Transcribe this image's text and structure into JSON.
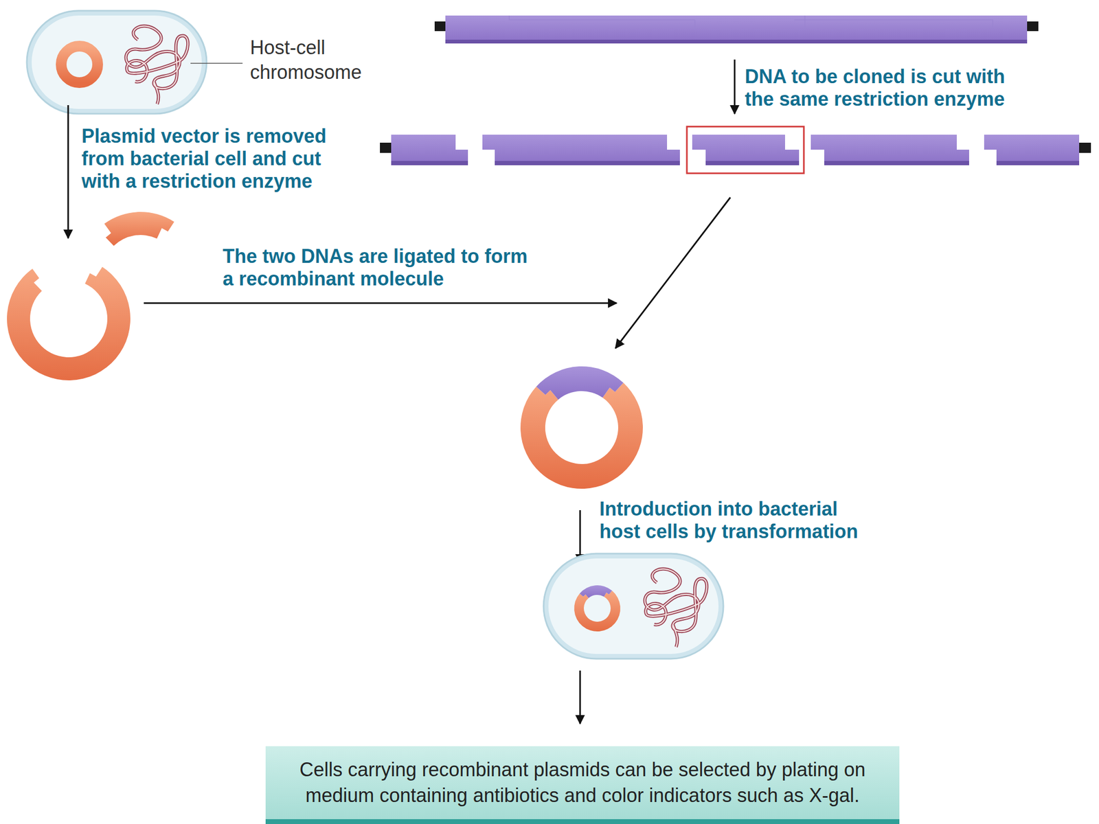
{
  "diagram": {
    "nodes": [
      {
        "text": [
          "Cells carrying recombinant plasmids can be selected by plating on medium containing antibiotics and color indicators such as X-gal."
        ]
      }
    ],
    "labels": [
      "Host-cell chromosome",
      "DNA to be cloned is cut with the same restriction enzyme",
      "Plasmid vector is removed from bacterial cell and cut with a restriction enzyme",
      "The two DNAs are ligated to form a recombinant molecule",
      "Introduction into bacterial host cells by transformation"
    ]
  }
}
